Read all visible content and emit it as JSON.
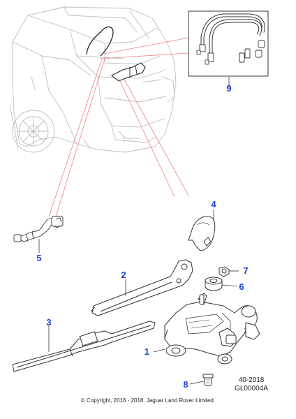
{
  "diagram": {
    "callouts": {
      "p1": "1",
      "p2": "2",
      "p3": "3",
      "p4": "4",
      "p5": "5",
      "p6": "6",
      "p7": "7",
      "p8": "8",
      "p9": "9"
    },
    "reference": {
      "line1": "40-2018",
      "line2": "GL00004A"
    },
    "copyright": "© Copyright, 2016 - 2018. Jaguar Land Rover Limited."
  },
  "colors": {
    "callout": "#1f3fd0",
    "leader": "#f08080",
    "line": "#333333",
    "ghost": "#bdbdbd"
  }
}
